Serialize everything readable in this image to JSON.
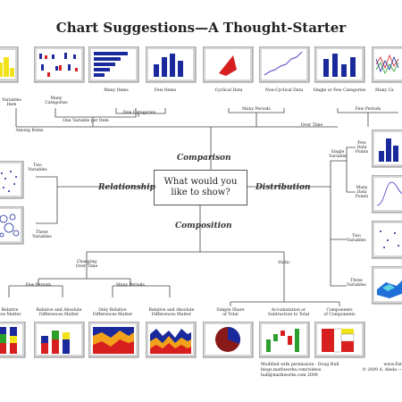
{
  "title": "Chart Suggestions—A Thought-Starter",
  "center": "What would you like to show?",
  "branches": {
    "comparison": "Comparison",
    "relationship": "Relationship",
    "distribution": "Distribution",
    "composition": "Composition"
  },
  "comparison": {
    "variables_item": "Variables\nItem",
    "many_categories": "Many\nCategories",
    "many_items": "Many Items",
    "few_items": "Few Items",
    "one_variable_per_item": "One Variable per Item",
    "few_categories": "Few Categories",
    "among_items": "Among Items",
    "cyclical_data": "Cyclical Data",
    "non_cyclical_data": "Non-Cyclical Data",
    "many_periods": "Many Periods",
    "single_or_few_categories": "Single or Few Categories",
    "many_categories_right": "Many Ca",
    "few_periods": "Few Periods",
    "over_time": "Over Time"
  },
  "relationship": {
    "two_variables": "Two\nVariables",
    "three_variables": "Three\nVariables"
  },
  "distribution": {
    "single_variable": "Single\nVariable",
    "few_data_points": "Few\nData\nPoints",
    "many_data_points": "Many\nData\nPoints",
    "two_variables": "Two\nVariables",
    "three_variables": "Three\nVariables"
  },
  "composition": {
    "changing_over_time": "Changing\nOver Time",
    "static": "Static",
    "few_periods": "Few Periods",
    "many_periods": "Many Periods",
    "relative_matter": "Relative\nces Matter",
    "relative_absolute": "Relative and Absolute\nDifferences Matter",
    "only_relative": "Only Relative\nDifferences Matter",
    "relative_absolute_2": "Relative and Absolute\nDifferences Matter",
    "simple_share": "Simple Share\nof Total",
    "accumulation": "Accumulation or\nSubtraction to Total",
    "components": "Components\nof Components"
  },
  "credits": {
    "line1": "Modified with permission - Doug Hull",
    "line2": "blogs.mathworks.com/videos",
    "line3": "hull@mathworks.com 2009",
    "right1": "www.Ext",
    "right2": "© 2009  A. Abela —"
  },
  "colors": {
    "thumb_bg": "#d6d6d6",
    "thumb_border": "#8a8a8a",
    "line": "#444444",
    "blue": "#1a2a9c",
    "red": "#d81f1f",
    "yellow": "#f2e21a"
  }
}
